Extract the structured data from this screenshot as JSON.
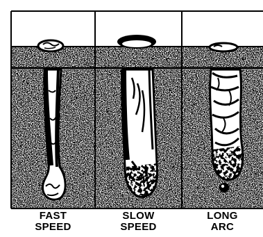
{
  "diagram": {
    "panels": [
      {
        "line1": "FAST",
        "line2": "SPEED"
      },
      {
        "line1": "SLOW",
        "line2": "SPEED"
      },
      {
        "line1": "LONG",
        "line2": "ARC"
      }
    ]
  }
}
